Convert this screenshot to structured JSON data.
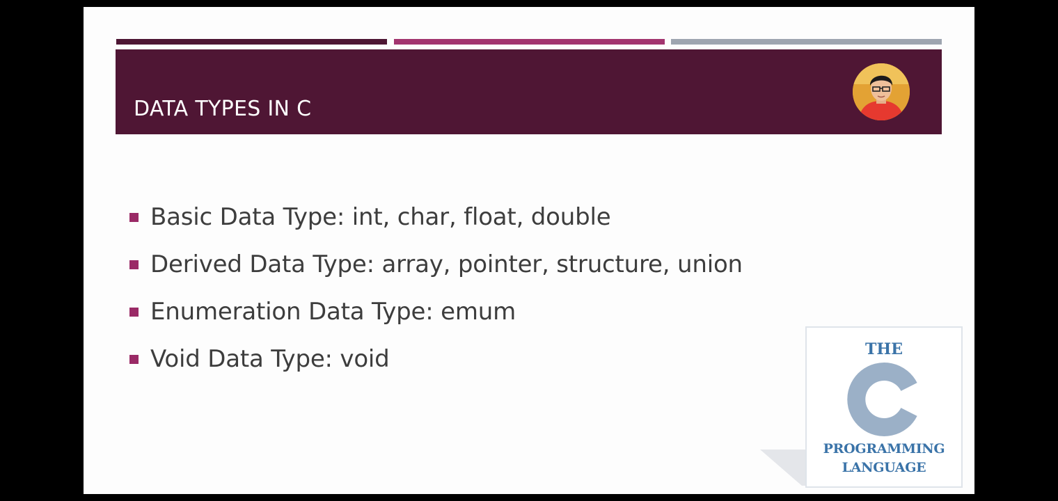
{
  "slide": {
    "title": "DATA TYPES IN C",
    "bullets": [
      "Basic Data Type: int, char, float, double",
      "Derived Data Type: array, pointer, structure, union",
      "Enumeration Data Type: emum",
      "Void Data Type: void"
    ]
  },
  "logo": {
    "line1": "THE",
    "letter": "C",
    "line2": "PROGRAMMING",
    "line3": "LANGUAGE"
  },
  "colors": {
    "banner": "#4f1634",
    "accent_dark": "#4d1633",
    "accent_magenta": "#a2346f",
    "accent_gray": "#9ea5b0",
    "bullet": "#9a2a66",
    "logo_blue": "#3a73a8",
    "logo_c_gray": "#9bb0c7"
  }
}
